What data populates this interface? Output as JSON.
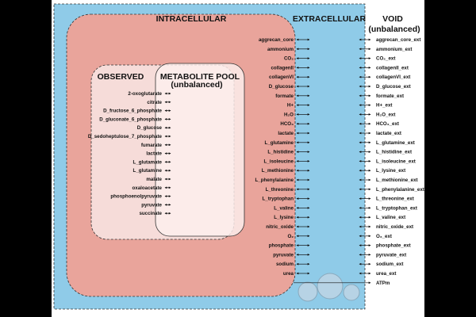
{
  "headers": {
    "intracellular": "INTRACELLULAR",
    "extracellular": "EXTRACELLULAR",
    "void_title": "VOID",
    "void_subtitle": "(unbalanced)",
    "observed": "OBSERVED",
    "pool_title": "METABOLITE POOL",
    "pool_subtitle": "(unbalanced)"
  },
  "observed_metabolites": [
    "2-oxoglutarate",
    "citrate",
    "D_fructose_6_phosphate",
    "D_gluconate_6_phosphate",
    "D_glucose",
    "D_sedoheptulose_7_phosphate",
    "fumarate",
    "lactate",
    "L_glutamate",
    "L_glutamine",
    "malate",
    "oxaloacetate",
    "phosphoenolpyruvate",
    "pyruvate",
    "succinate"
  ],
  "extracellular_metabolites": [
    "aggrecan_core",
    "ammonium",
    "CO₂",
    "collagenII",
    "collagenVI",
    "D_glucose",
    "formate",
    "H+",
    "H₂O",
    "HCO₃",
    "lactate",
    "L_glutamine",
    "L_histidine",
    "L_isoleucine",
    "L_methionine",
    "L_phenylalanine",
    "L_threonine",
    "L_tryptophan",
    "L_valine",
    "L_lysine",
    "nitric_oxide",
    "O₂",
    "phosphate",
    "pyruvate",
    "sodium",
    "urea"
  ],
  "void_metabolites": [
    "aggrecan_core_ext",
    "ammonium_ext",
    "CO₂_ext",
    "collagenII_ext",
    "collagenVI_ext",
    "D_glucose_ext",
    "formate_ext",
    "H+_ext",
    "H₂O_ext",
    "HCO₃_ext",
    "lactate_ext",
    "L_glutamine_ext",
    "L_histidine_ext",
    "L_isoleucine_ext",
    "L_lysine_ext",
    "L_methionine_ext",
    "L_phenylalanine_ext",
    "L_threonine_ext",
    "L_tryptophan_ext",
    "L_valine_ext",
    "nitric_oxide_ext",
    "O₂_ext",
    "phosphate_ext",
    "pyruvate_ext",
    "sodium_ext",
    "urea_ext",
    "ATPm"
  ],
  "colors": {
    "background": "#000000",
    "void_fill": "#ffffff",
    "extracellular_fill": "#8fcbe8",
    "intracellular_fill": "#e9a49b",
    "observed_fill": "#f6dcd9",
    "pool_fill": "#fcefee",
    "bubble_fill": "#b7d3e5"
  }
}
